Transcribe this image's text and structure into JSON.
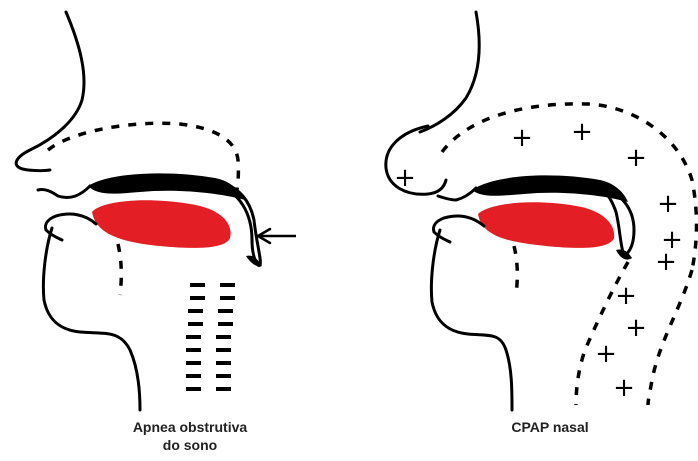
{
  "captions": {
    "left_line1": "Apnea obstrutiva",
    "left_line2": "do sono",
    "right": "CPAP nasal"
  },
  "colors": {
    "tongue": "#e31e24",
    "outline": "#000000",
    "background": "#ffffff"
  },
  "pressure_marker": "+"
}
